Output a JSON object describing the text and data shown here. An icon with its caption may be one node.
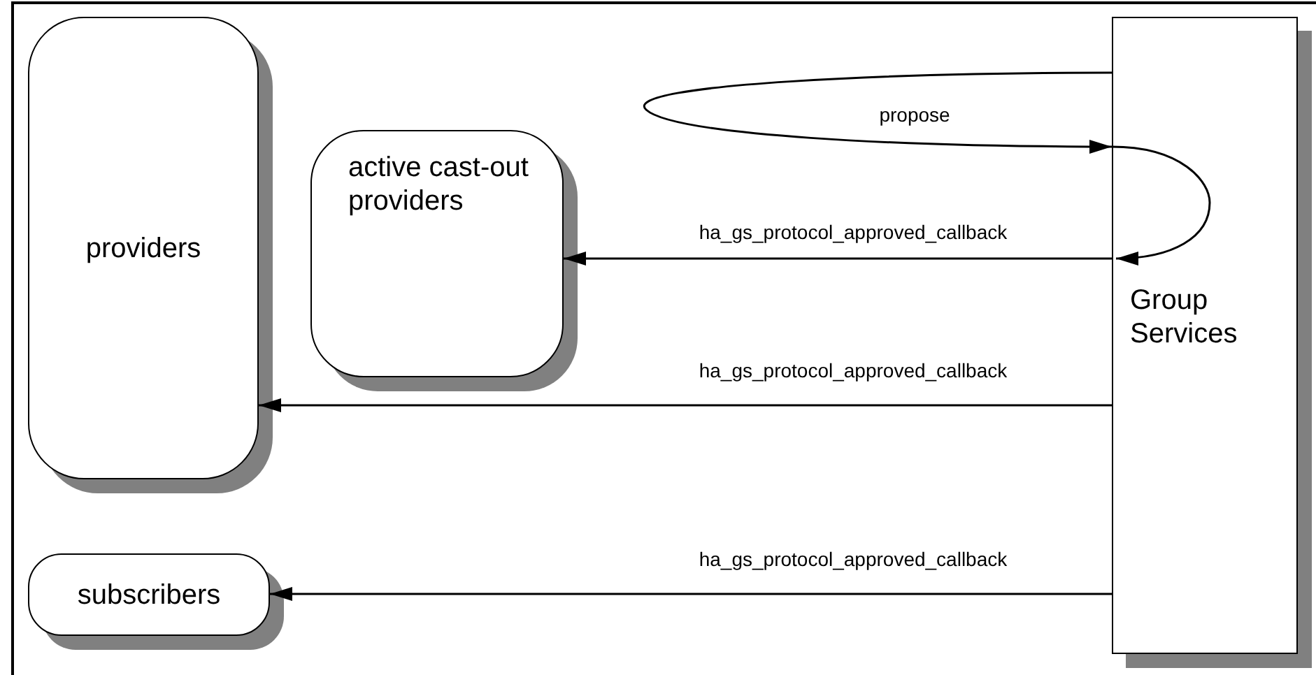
{
  "diagram": {
    "nodes": [
      {
        "text": [
          "providers"
        ]
      },
      {
        "text": [
          "active cast-out providers"
        ]
      },
      {
        "text": [
          "subscribers"
        ]
      },
      {
        "text": [
          "Group Services"
        ]
      }
    ],
    "edges": [
      {
        "from": 3,
        "to": 3,
        "arrow": "to",
        "label": "propose"
      },
      {
        "from": 3,
        "to": 3,
        "arrow": "to"
      },
      {
        "from": 3,
        "to": 1,
        "arrow": "to",
        "label": "ha_gs_protocol_approved_callback"
      },
      {
        "from": 3,
        "to": 0,
        "arrow": "to",
        "label": "ha_gs_protocol_approved_callback"
      },
      {
        "from": 3,
        "to": 2,
        "arrow": "to",
        "label": "ha_gs_protocol_approved_callback"
      }
    ]
  }
}
